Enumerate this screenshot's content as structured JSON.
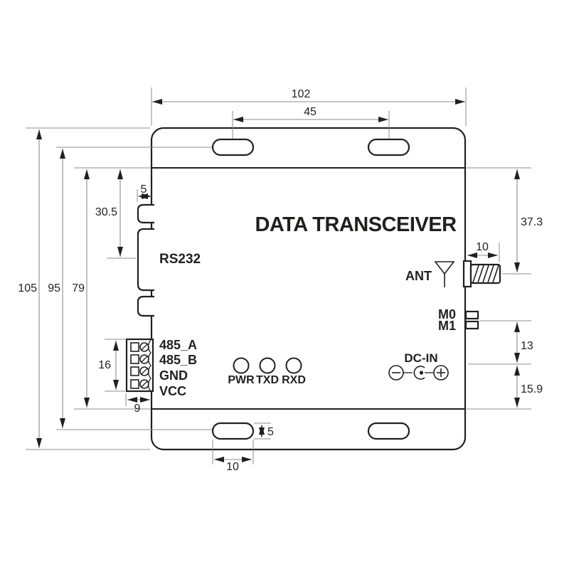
{
  "drawing_title": "DATA TRANSCEIVER",
  "device_labels": {
    "rs232": "RS232",
    "rs485_a": "485_A",
    "rs485_b": "485_B",
    "gnd": "GND",
    "vcc": "VCC",
    "led_pwr": "PWR",
    "led_txd": "TXD",
    "led_rxd": "RXD",
    "ant": "ANT",
    "m0": "M0",
    "m1": "M1",
    "dc_in": "DC-IN"
  },
  "dimensions": {
    "overall_width": "102",
    "top_slot_spacing": "45",
    "overall_height": "105",
    "slot_center_height": "95",
    "body_height": "79",
    "rs232_center_offset": "30.5",
    "side_tab_depth": "5",
    "terminal_block_height": "16",
    "terminal_block_depth": "9",
    "ant_offset_from_top": "37.3",
    "ant_connector_length": "10",
    "m1_to_dc_in": "13",
    "dc_in_to_body_bottom": "15.9",
    "bottom_slot_height": "5",
    "bottom_slot_width": "10"
  },
  "colors": {
    "background": "#ffffff",
    "outline": "#221f1f",
    "dimension_line": "#8c8c8c",
    "text": "#221f1f"
  }
}
